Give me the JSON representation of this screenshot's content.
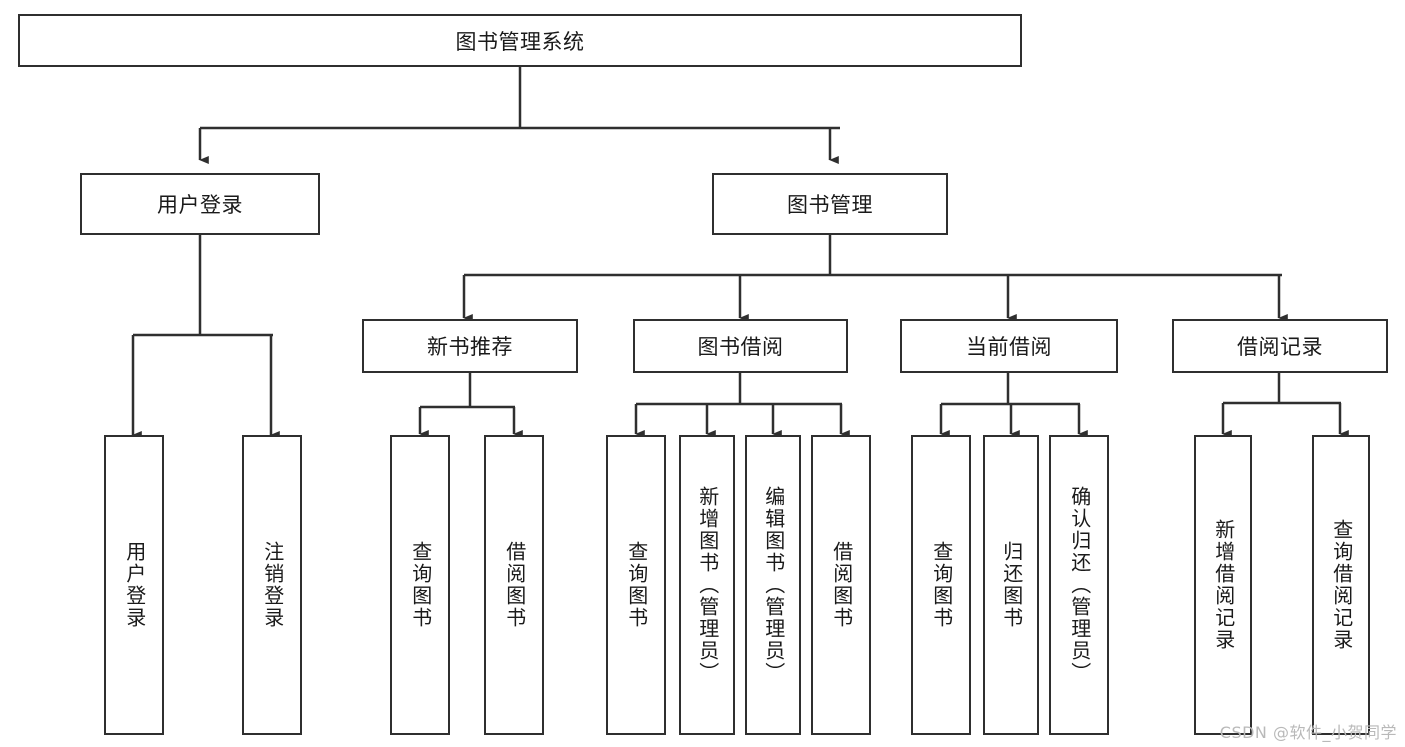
{
  "diagram": {
    "type": "tree-hierarchy",
    "title": "图书管理系统",
    "root": {
      "id": "root",
      "label": "图书管理系统",
      "orientation": "horizontal"
    },
    "level2": [
      {
        "id": "user-login",
        "label": "用户登录",
        "orientation": "horizontal"
      },
      {
        "id": "book-manage",
        "label": "图书管理",
        "orientation": "horizontal"
      }
    ],
    "level3": [
      {
        "id": "new-book-rec",
        "label": "新书推荐",
        "orientation": "horizontal",
        "parent": "book-manage"
      },
      {
        "id": "book-borrow",
        "label": "图书借阅",
        "orientation": "horizontal",
        "parent": "book-manage"
      },
      {
        "id": "current-borrow",
        "label": "当前借阅",
        "orientation": "horizontal",
        "parent": "book-manage"
      },
      {
        "id": "borrow-record",
        "label": "借阅记录",
        "orientation": "horizontal",
        "parent": "book-manage"
      }
    ],
    "leaves": [
      {
        "id": "leaf-user-login",
        "label": "用户登录",
        "parent": "user-login",
        "orientation": "vertical"
      },
      {
        "id": "leaf-user-logout",
        "label": "注销登录",
        "parent": "user-login",
        "orientation": "vertical"
      },
      {
        "id": "leaf-query-book-1",
        "label": "查询图书",
        "parent": "new-book-rec",
        "orientation": "vertical"
      },
      {
        "id": "leaf-borrow-book-1",
        "label": "借阅图书",
        "parent": "new-book-rec",
        "orientation": "vertical"
      },
      {
        "id": "leaf-query-book-2",
        "label": "查询图书",
        "parent": "book-borrow",
        "orientation": "vertical"
      },
      {
        "id": "leaf-add-book",
        "label": "新增图书（管理员）",
        "parent": "book-borrow",
        "orientation": "vertical"
      },
      {
        "id": "leaf-edit-book",
        "label": "编辑图书（管理员）",
        "parent": "book-borrow",
        "orientation": "vertical"
      },
      {
        "id": "leaf-borrow-book-2",
        "label": "借阅图书",
        "parent": "book-borrow",
        "orientation": "vertical"
      },
      {
        "id": "leaf-query-book-3",
        "label": "查询图书",
        "parent": "current-borrow",
        "orientation": "vertical"
      },
      {
        "id": "leaf-return-book",
        "label": "归还图书",
        "parent": "current-borrow",
        "orientation": "vertical"
      },
      {
        "id": "leaf-confirm-return",
        "label": "确认归还（管理员）",
        "parent": "current-borrow",
        "orientation": "vertical"
      },
      {
        "id": "leaf-add-record",
        "label": "新增借阅记录",
        "parent": "borrow-record",
        "orientation": "vertical"
      },
      {
        "id": "leaf-query-record",
        "label": "查询借阅记录",
        "parent": "borrow-record",
        "orientation": "vertical"
      }
    ],
    "colors": {
      "box_border": "#2f2f2f",
      "box_fill": "#ffffff",
      "connector": "#2f2f2f",
      "text": "#1a1a1a",
      "watermark": "#b9b9b9",
      "background": "#ffffff"
    }
  },
  "watermark": {
    "text": "CSDN @软件_小贺同学"
  }
}
